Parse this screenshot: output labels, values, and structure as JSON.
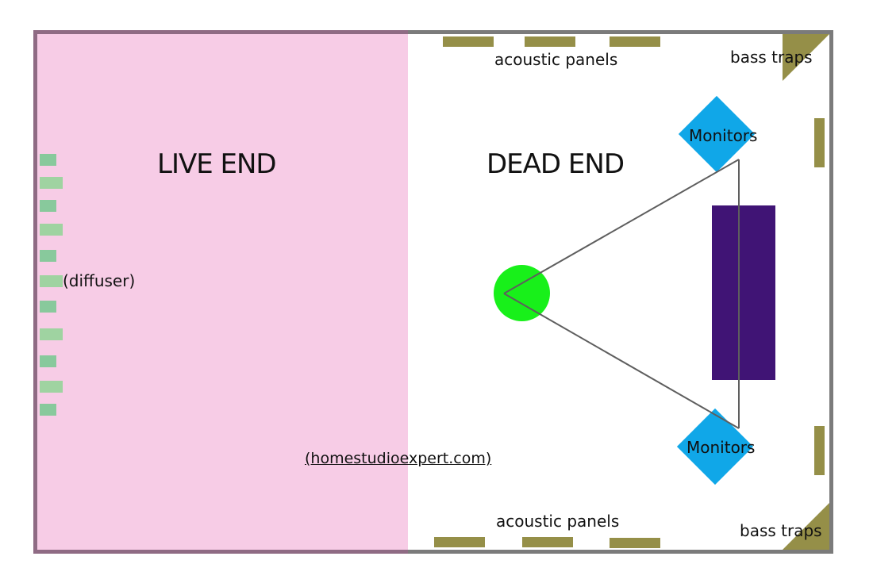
{
  "zones": {
    "live_end": "LIVE END",
    "dead_end": "DEAD END"
  },
  "labels": {
    "diffuser": "(diffuser)",
    "acoustic_panels_top": "acoustic panels",
    "acoustic_panels_bottom": "acoustic panels",
    "bass_traps_top": "bass traps",
    "bass_traps_bottom": "bass traps",
    "monitor_top": "Monitors",
    "monitor_bottom": "Monitors"
  },
  "footer": {
    "source_link": "(homestudioexpert.com)"
  },
  "colors": {
    "live_end_fill": "#f7cce6",
    "room_border": "#7b7b7b",
    "panel": "#958f48",
    "monitor": "#10a7e8",
    "listener": "#18f01a",
    "desk": "#401475",
    "diffuser_light": "#9fd3a1",
    "diffuser_dark": "#88c99c"
  },
  "icons": {
    "listener": "green-circle",
    "monitors": "blue-diamond",
    "desk": "purple-rectangle",
    "panels": "olive-bar",
    "bass_traps": "olive-triangle"
  }
}
